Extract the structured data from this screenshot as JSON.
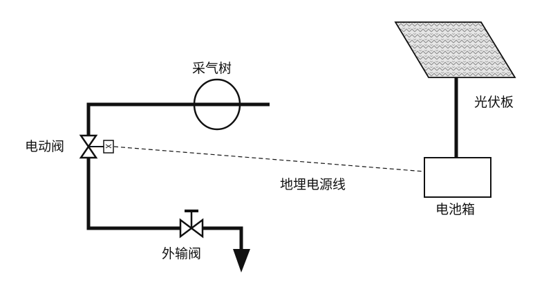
{
  "colors": {
    "line": "#111111",
    "panel_fill": "#d6d6d6",
    "background": "#ffffff"
  },
  "labels": {
    "christmas_tree": "采气树",
    "electric_valve": "电动阀",
    "export_valve": "外输阀",
    "solar_panel": "光伏板",
    "battery_box": "电池箱",
    "buried_cable": "地埋电源线"
  }
}
